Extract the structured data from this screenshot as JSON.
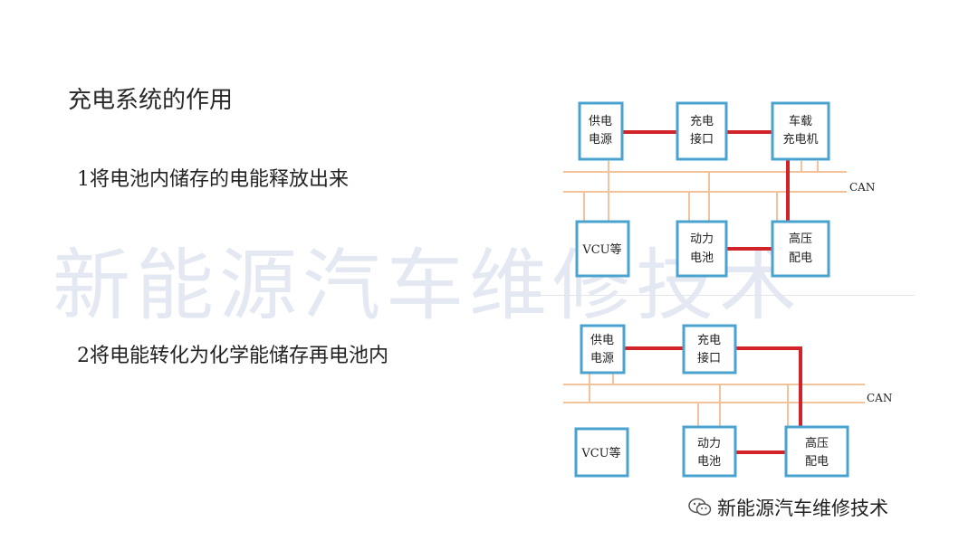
{
  "title": "充电系统的作用",
  "points": [
    "1将电池内储存的电能释放出来",
    "2将电能转化为化学能储存再电池内"
  ],
  "watermark": "新能源汽车维修技术",
  "diagram1": {
    "supply": [
      "供电",
      "电源"
    ],
    "port": [
      "充电",
      "接口"
    ],
    "charger": [
      "车载",
      "充电机"
    ],
    "vcu": "VCU等",
    "battery": [
      "动力",
      "电池"
    ],
    "hv": [
      "高压",
      "配电"
    ],
    "can": "CAN"
  },
  "diagram2": {
    "supply": [
      "供电",
      "电源"
    ],
    "port": [
      "充电",
      "接口"
    ],
    "vcu": "VCU等",
    "battery": [
      "动力",
      "电池"
    ],
    "hv": [
      "高压",
      "配电"
    ],
    "can": "CAN"
  },
  "footer": {
    "icon": "wechat-icon",
    "text": "新能源汽车维修技术"
  },
  "colors": {
    "box_border": "#4aa3cf",
    "power_line": "#d2232a",
    "can_bus": "#f2c39a"
  }
}
